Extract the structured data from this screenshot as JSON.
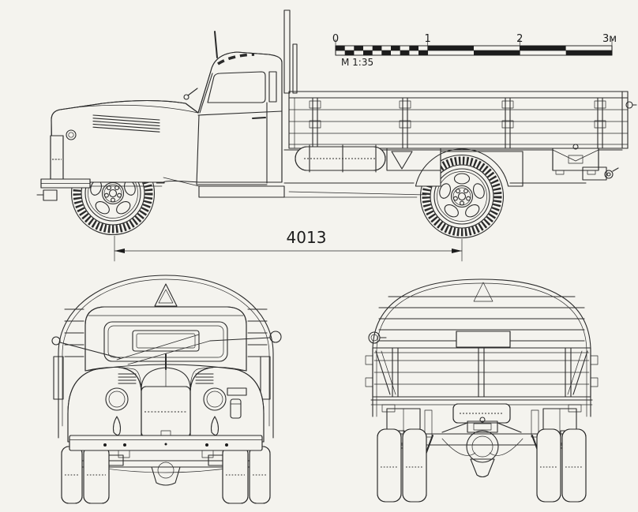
{
  "colors": {
    "paper": "#f4f3ee",
    "ink": "#2b2b2b",
    "checker_dark": "#1c1c1c"
  },
  "scale_bar": {
    "tick_labels": [
      "0",
      "1",
      "2",
      "3м"
    ],
    "caption": "М 1:35"
  },
  "dimension": {
    "wheelbase": "4013"
  }
}
